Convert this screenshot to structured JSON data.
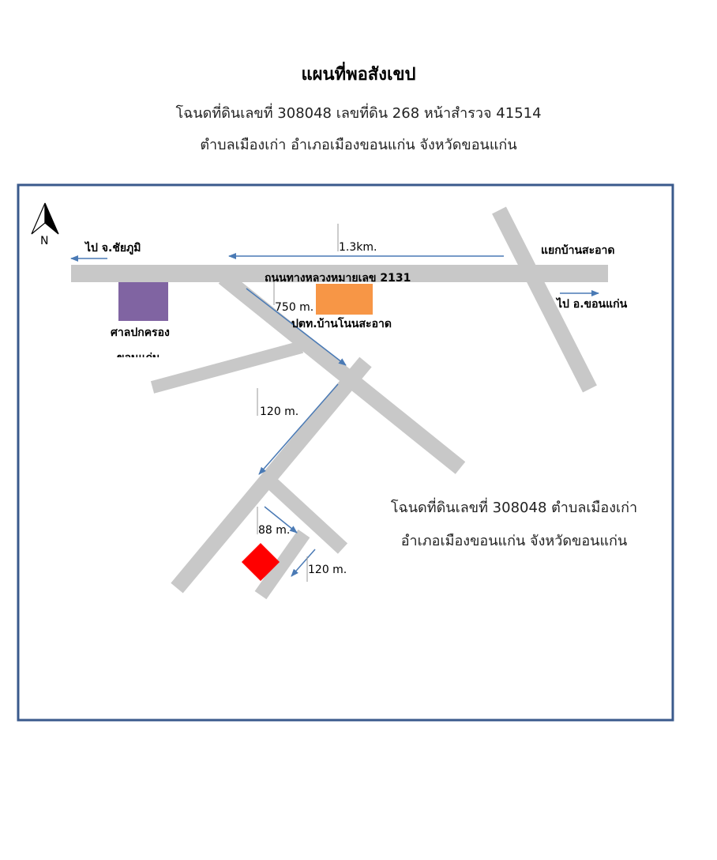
{
  "header": {
    "title": "แผนที่พอสังเขป",
    "subtitle_line1": "โฉนดที่ดินเลขที่ 308048 เลขที่ดิน 268 หน้าสำรวจ 41514",
    "subtitle_line2": "ตำบลเมืองเก่า อำเภอเมืองขอนแก่น จังหวัดขอนแก่น"
  },
  "map": {
    "north_label": "N",
    "road_label": "ถนนทางหลวงหมายเลข 2131",
    "to_chaiyaphum": "ไป จ.ชัยภูมิ",
    "intersection": "แยกบ้านสะอาด",
    "to_khonkaen": "ไป อ.ขอนแก่น",
    "distance_main": "1.3km.",
    "distance_750": "750 m.",
    "distance_120a": "120 m.",
    "distance_88": "88 m.",
    "distance_120b": "120 m.",
    "landmark_district_office_line1": "ศาลปกครอง",
    "landmark_district_office_line2": "ขอนแก่น",
    "landmark_ptt": "ปตท.บ้านโนนสะอาด",
    "plot_desc_line1": "โฉนดที่ดินเลขที่ 308048 ตำบลเมืองเก่า",
    "plot_desc_line2": "อำเภอเมืองขอนแก่น จังหวัดขอนแก่น",
    "colors": {
      "frame": "#3a5a8c",
      "road": "#c8c8c8",
      "arrow": "#4a7ab5",
      "district_office": "#8064a2",
      "ptt": "#f79646",
      "plot": "#ff0000"
    }
  }
}
